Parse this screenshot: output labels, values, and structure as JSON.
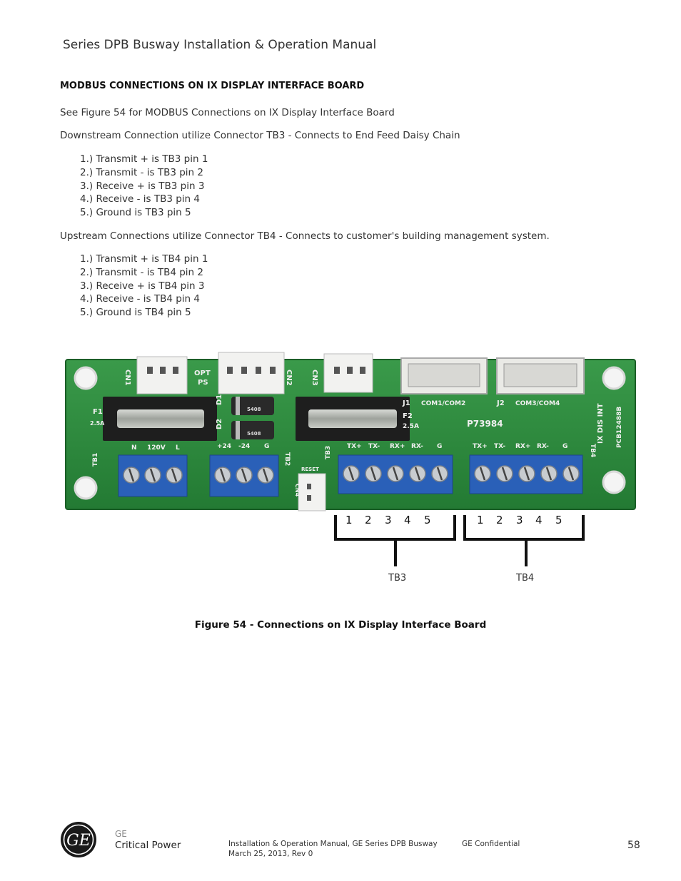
{
  "header": {
    "title": "Series DPB Busway Installation & Operation Manual"
  },
  "section": {
    "heading": "MODBUS CONNECTIONS ON IX DISPLAY INTERFACE BOARD",
    "intro": "See Figure 54 for MODBUS Connections on IX Display Interface Board",
    "downstream": "Downstream Connection utilize Connector TB3 - Connects to End Feed Daisy Chain",
    "downstream_pins": [
      "1.) Transmit + is TB3 pin 1",
      "2.) Transmit - is TB3 pin 2",
      "3.) Receive + is TB3 pin 3",
      "4.) Receive - is TB3 pin 4",
      "5.) Ground is TB3 pin 5"
    ],
    "upstream": "Upstream Connections utilize Connector TB4 - Connects to customer's building management system.",
    "upstream_pins": [
      "1.) Transmit + is TB4 pin 1",
      "2.) Transmit - is TB4 pin 2",
      "3.) Receive + is TB4 pin 3",
      "4.) Receive - is TB4 pin 4",
      "5.) Ground  is TB4 pin 5"
    ]
  },
  "figure": {
    "caption": "Figure 54 - Connections on IX Display Interface Board",
    "board_labels": {
      "cn1": "CN1",
      "opt": "OPT",
      "ps": "PS",
      "cn2": "CN2",
      "cn3": "CN3",
      "j1": "J1",
      "com12": "COM1/COM2",
      "j2": "J2",
      "com34": "COM3/COM4",
      "f1": "F1",
      "f1_rating": "2.5A",
      "d1": "D1",
      "d2": "D2",
      "f2": "F2",
      "f2_rating": "2.5A",
      "part": "P73984",
      "side1": "IX DIS INT",
      "side2": "PCB12488B",
      "tb1": "TB1",
      "tb2": "TB2",
      "tb3": "TB3",
      "tb4": "TB4",
      "cn4": "CN4",
      "reset": "RESET",
      "tb1_n": "N",
      "tb1_v": "120V",
      "tb1_l": "L",
      "tb2_p": "+24",
      "tb2_m": "-24",
      "tb2_g": "G",
      "txp": "TX+",
      "txm": "TX-",
      "rxp": "RX+",
      "rxm": "RX-",
      "gnd": "G",
      "diode1": "5408",
      "diode2": "5408"
    },
    "tb3_pins": [
      "1",
      "2",
      "3",
      "4",
      "5"
    ],
    "tb4_pins": [
      "1",
      "2",
      "3",
      "4",
      "5"
    ],
    "tb3_label": "TB3",
    "tb4_label": "TB4"
  },
  "footer": {
    "logo_text": "GE",
    "company_small": "GE",
    "company": "Critical Power",
    "manual": "Installation & Operation Manual, GE Series DPB Busway",
    "date": "March 25, 2013, Rev 0",
    "confidential": "GE Confidential",
    "page": "58"
  },
  "colors": {
    "pcb": "#2d8a3e",
    "terminal": "#2a60b8",
    "text": "#333333"
  }
}
